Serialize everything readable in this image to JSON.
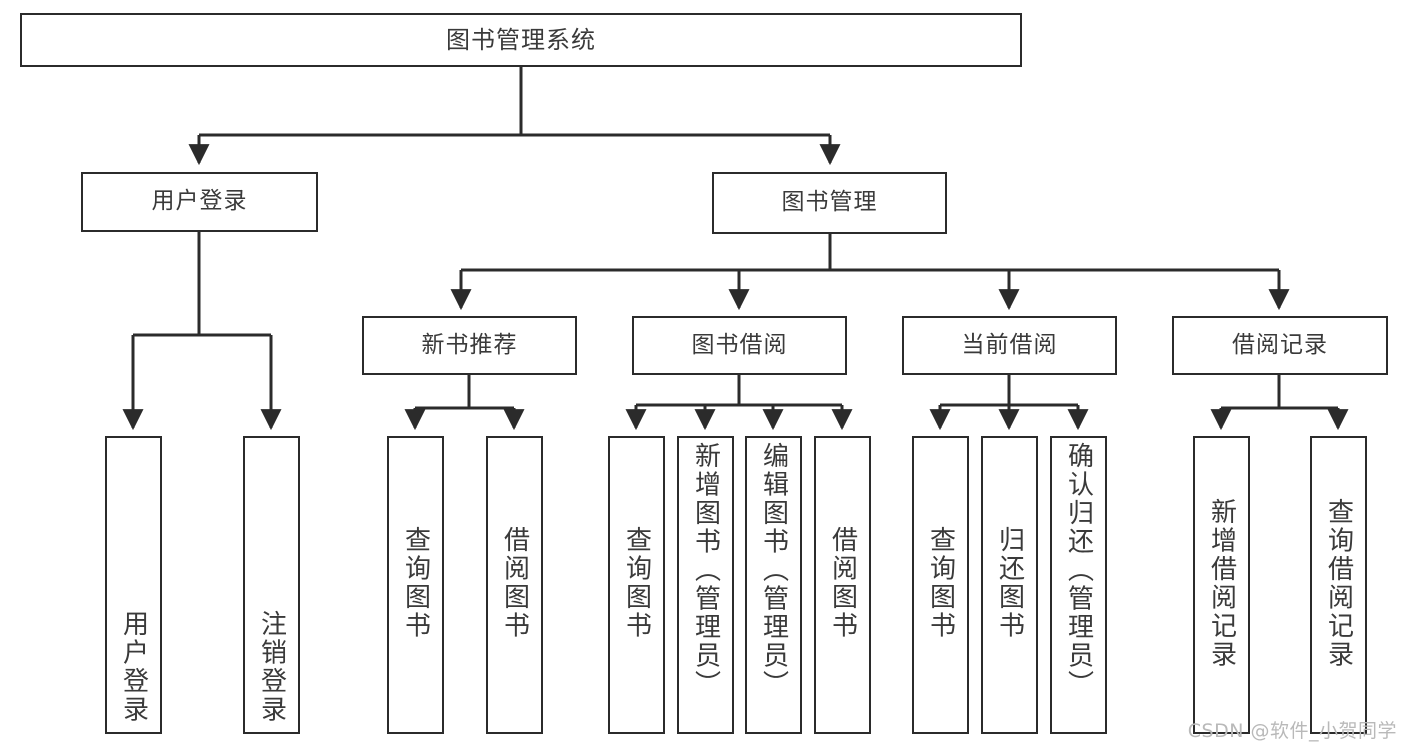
{
  "diagram": {
    "type": "tree-hierarchy",
    "title": "图书管理系统",
    "orientation": "top-down",
    "colors": {
      "background": "#ffffff",
      "box_border": "#2b2b2b",
      "box_fill": "#ffffff",
      "text": "#3a3a3a",
      "connector": "#2b2b2b",
      "watermark": "#b9b9b9"
    }
  },
  "root": {
    "label": "图书管理系统"
  },
  "level1": [
    {
      "label": "用户登录"
    },
    {
      "label": "图书管理"
    }
  ],
  "level2": [
    {
      "label": "新书推荐"
    },
    {
      "label": "图书借阅"
    },
    {
      "label": "当前借阅"
    },
    {
      "label": "借阅记录"
    }
  ],
  "leaves": {
    "user_login": [
      {
        "label": "用户登录"
      },
      {
        "label": "注销登录"
      }
    ],
    "new_book_recommend": [
      {
        "label": "查询图书"
      },
      {
        "label": "借阅图书"
      }
    ],
    "book_borrow": [
      {
        "label": "查询图书"
      },
      {
        "label": "新增图书（管理员）"
      },
      {
        "label": "编辑图书（管理员）"
      },
      {
        "label": "借阅图书"
      }
    ],
    "current_borrow": [
      {
        "label": "查询图书"
      },
      {
        "label": "归还图书"
      },
      {
        "label": "确认归还（管理员）"
      }
    ],
    "borrow_record": [
      {
        "label": "新增借阅记录"
      },
      {
        "label": "查询借阅记录"
      }
    ]
  },
  "watermark": {
    "text": "CSDN @软件_小贺同学"
  }
}
